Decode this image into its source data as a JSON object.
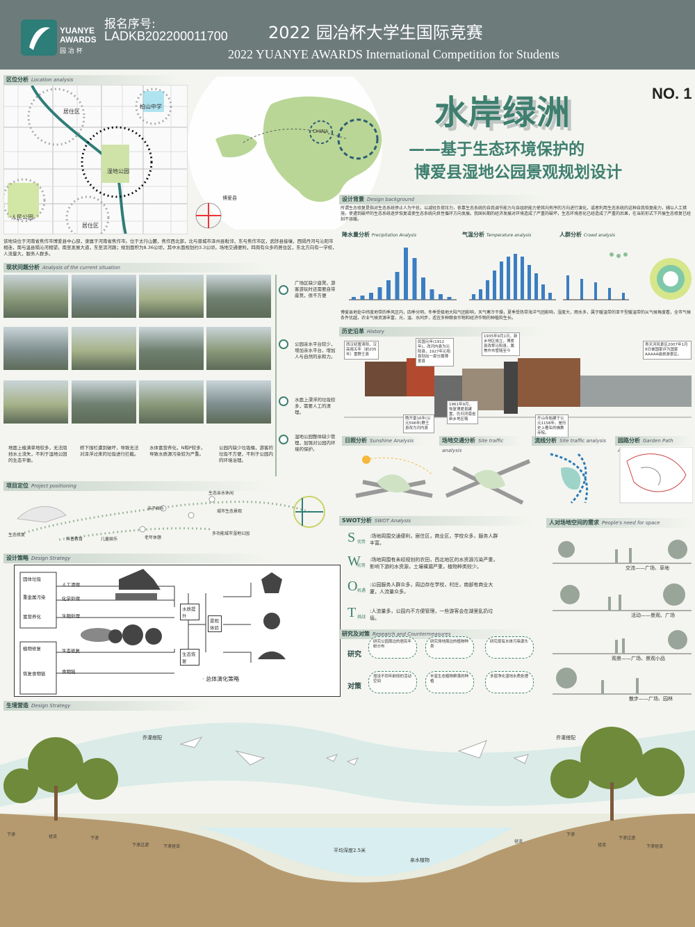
{
  "header": {
    "logo_line1": "YUANYE",
    "logo_line2": "AWARDS",
    "logo_sub": "园 冶 杯",
    "reg_label": "报名序号:",
    "reg_no": "LADKB202200011700",
    "comp_cn": "2022 园冶杯大学生国际竞赛",
    "comp_en": "2022 YUANYE AWARDS International Competition for  Students"
  },
  "title": {
    "main": "水岸绿洲",
    "no": "NO. 1",
    "sub1": "——基于生态环境保护的",
    "sub2": "博爱县湿地公园景观规划设计"
  },
  "location": {
    "label": "区位分析",
    "label_en": "Location analysis",
    "map_labels": [
      "居住区",
      "柏山中学",
      "湿地公园",
      "人民公园",
      "居住区"
    ],
    "china_labels": [
      "CHINA",
      "博爱县"
    ],
    "text": "该地块位于河南省焦作市博爱县中心部，隶属于河南省焦作市。位于太行山麓，焦作西北部，北与晋城市泽州县毗邻，东与焦作市区，武陟县接壤，西隔丹河与沁阳市相连，南与温县隔沁河相望。南至发展大道，东至滨河路；规划面积为8.36公顷，其中水面规划约3.3公顷，场地交通便利，四周有众多的居住区，东北方向有一学校，人流量大，服务人群多。"
  },
  "current": {
    "label": "现状问题分析",
    "label_en": "Analysis of the current situation",
    "notes": [
      "广场区缺少座凳，游客游玩时还需要自带座凳，很不方便",
      "公园亲水平台较少，增加亲水平台，增加人与自然的亲和力。",
      "水面上漂浮的垃圾较多，需要人工的清理。",
      "湿地公园整体缺少管理，加强对公园内环境的保护。"
    ],
    "bottom_notes": [
      "地面上植满草地较多，无法阻挡水土流失，不利于湿地公园的生态平衡。",
      "桥下围栏遭到破坏，导致无法对泽浮过来的垃圾进行拦截。",
      "水体富营养化，N和P较多，导致水质源污染较为严重。",
      "公园内缺少垃圾桶，游客的垃圾不方便，不利于公园内的环境治理。"
    ]
  },
  "background": {
    "label": "设计背景",
    "label_en": "Design background",
    "text": "所谓生态修复是指对生态系统停止人为干扰，以减轻负荷压力，依靠生态系统的自我调节能力与自组织能力使其向有序的方向进行演化，或者利用生态系统的这种自我恢复能力，辅以人工措施，使遭到破坏的生态系统逐步恢复或使生态系统向良性循环方向发展。我国长期的经济发展对环境造成了严重的破坏，生态环境恶化已经造成了严重的后果，在当前形式下开展生态修复已经刻不容缓。"
  },
  "precip": {
    "label": "降水量分析",
    "label_en": "Precipitation Analysis"
  },
  "temp": {
    "label": "气温分析",
    "label_en": "Temperature analysis"
  },
  "crowd": {
    "label": "人群分析",
    "label_en": "Crowd analysis"
  },
  "climate_text": "博爱县地处中纬度地带的季风区内，四季分明，冬季受极地大陆气团影响，天气寒冷干燥，夏季受热带海洋气团影响，湿度大，雨水多，属于暖温带的亚干型暖温带的从气候角度看，全市气候条件优越，农业气候资源丰富，光、温、水同步，适宜多种粮食作物和经济作物的种植和生长。",
  "history": {
    "label": "历史沿革",
    "label_en": "History",
    "notes": [
      "西汉初置清阳，汉高祖五年（前205年）置野王县",
      "民国元年(1912年)，改河内县为沁阳县，1927年沁阳县划出一部分属博爱县",
      "1935年9月1日，新乡地区成立，博爱县改称沁阳县，属焦作市管辖至今",
      "1961年9月，恢复博爱县建置，仍归河南省新乡地区辖",
      "隋开皇16年(公元596年)野王县改为河内县",
      "开山寺始建于公元1158年，是历史上著名的佛教寺院。",
      "青天河风景区2007年1月8日被国家评为国家AAAAA级旅游景区。"
    ]
  },
  "analyses": [
    {
      "label": "日照分析",
      "en": "Sunshine Analysis"
    },
    {
      "label": "场地交通分析",
      "en": "Site traffic analysis"
    },
    {
      "label": "流线分析",
      "en": "Site traffic analysis"
    },
    {
      "label": "园路分析",
      "en": "Garden Path Analysis"
    }
  ],
  "positioning": {
    "label": "项目定位",
    "label_en": "Project positioning",
    "items": [
      "生态亲水休闲",
      "亲子娱乐",
      "城市生态景观",
      "生态修复",
      "科普教育",
      "儿童娱乐",
      "老年休憩",
      "多功能城市湿地公园"
    ]
  },
  "strategy": {
    "label": "设计策略",
    "label_en": "Design Strategy",
    "groups": [
      "固体垃圾",
      "重金属污染",
      "富营养化",
      "植物修复",
      "恢复食物链"
    ],
    "items": [
      "人工清理",
      "化学处理",
      "生物处理",
      "生态修复",
      "食物链"
    ],
    "nodes": [
      "水质提升",
      "景观体验",
      "生态恢复"
    ],
    "summary": "· 总体演化策略"
  },
  "swot": {
    "label": "SWOT分析",
    "label_en": "SWOT Analysis",
    "items": [
      {
        "letter": "S",
        "small": "优势",
        "text": "场地周围交通便利，居住区，商业区，学校众多，服务人群丰富。"
      },
      {
        "letter": "W",
        "small": "劣势",
        "text": "场地周围有未经规划的农田，西北地区的水资源污染严重，影响下游的水资源，土壤裸漏严重，植物种类较少。"
      },
      {
        "letter": "O",
        "small": "机遇",
        "text": "公园服务人群众多，周边存在学校，村庄，南部有商业大厦，人流量众多。"
      },
      {
        "letter": "T",
        "small": "挑战",
        "text": "人流量多，公园内不方便管理，一些游客会在湖里乱扔垃圾。"
      }
    ]
  },
  "research": {
    "label": "研究及对策",
    "label_en": "Research and Countermeasures",
    "row1": "研究",
    "row2": "对策",
    "bubbles": [
      "研究公园周边的居民年龄分布",
      "研究场地周边的植物种类",
      "研究现有水体污染源头"
    ],
    "answers": [
      "增设不同年龄段的活动空间",
      "丰富生态植物群落的种植",
      "多层净化湿地水质处理"
    ]
  },
  "people": {
    "label": "人对场地空间的需求",
    "label_en": "People's need for space",
    "captions": [
      "交流——广场、草地",
      "活动——景观、广场",
      "观景——广场、景观小品",
      "散步——广场、园林"
    ]
  },
  "section": {
    "label": "生境营造",
    "label_en": "Design Strategy",
    "tree_left": "乔灌搭配",
    "tree_right": "乔灌搭配",
    "depth": "平均深度2.5米",
    "water_plant": "亲水植物",
    "flow_labels": [
      "下渗",
      "径流",
      "下渗",
      "下渗过滤",
      "下渗径流",
      "径流",
      "下渗",
      "径流",
      "下渗过滤",
      "下渗径流"
    ]
  },
  "colors": {
    "header": "#6e7b7b",
    "accent": "#3e7f6f",
    "chart_bar": "#3b7ec2"
  }
}
